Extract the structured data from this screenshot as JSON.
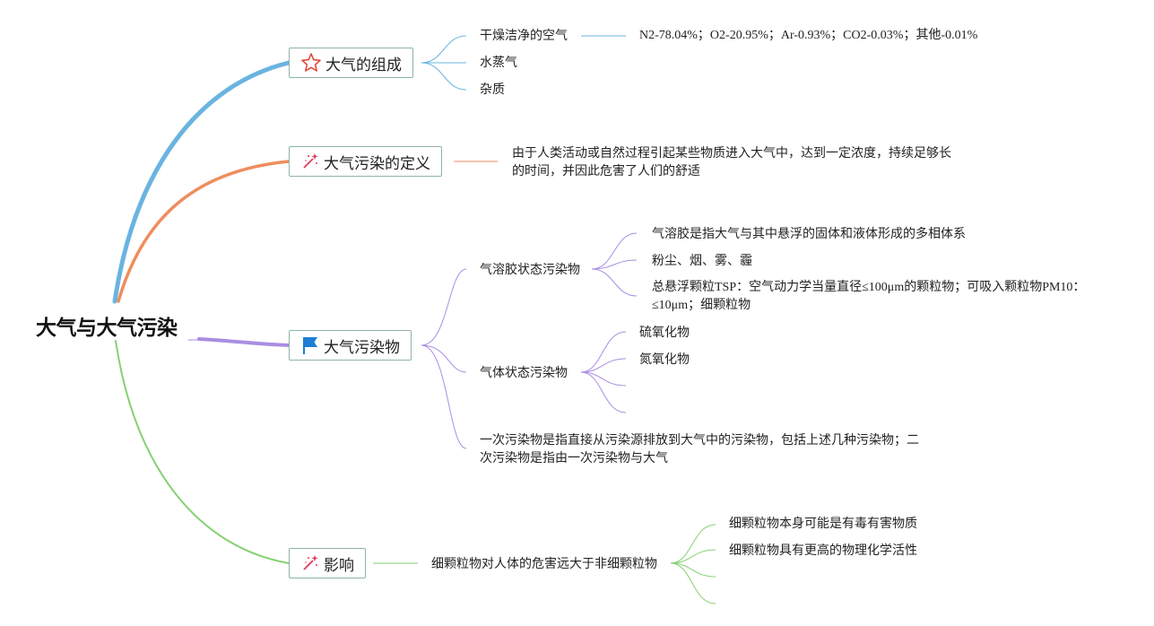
{
  "root": {
    "title": "大气与大气污染"
  },
  "topics": {
    "composition": {
      "label": "大气的组成",
      "icon": "star-icon",
      "children": [
        "干燥洁净的空气",
        "水蒸气",
        "杂质"
      ],
      "air_detail": "N2-78.04%；O2-20.95%；Ar-0.93%；CO2-0.03%；其他-0.01%"
    },
    "definition": {
      "label": "大气污染的定义",
      "icon": "magic-wand-icon",
      "detail_line1": "由于人类活动或自然过程引起某些物质进入大气中，达到一定浓度，持续足够长",
      "detail_line2": "的时间，并因此危害了人们的舒适"
    },
    "pollutants": {
      "label": "大气污染物",
      "icon": "flag-icon",
      "aerosol": {
        "label": "气溶胶状态污染物",
        "items": [
          "气溶胶是指大气与其中悬浮的固体和液体形成的多相体系",
          "粉尘、烟、雾、霾"
        ],
        "tsp_line1": "总悬浮颗粒TSP：空气动力学当量直径≤100μm的颗粒物；可吸入颗粒物PM10：",
        "tsp_line2": "≤10μm；细颗粒物"
      },
      "gas": {
        "label": "气体状态污染物",
        "items": [
          "硫氧化物",
          "氮氧化物"
        ]
      },
      "primary_line1": "一次污染物是指直接从污染源排放到大气中的污染物，包括上述几种污染物；二",
      "primary_line2": "次污染物是指由一次污染物与大气"
    },
    "impact": {
      "label": "影响",
      "icon": "magic-wand-icon",
      "summary": "细颗粒物对人体的危害远大于非细颗粒物",
      "items": [
        "细颗粒物本身可能是有毒有害物质",
        "细颗粒物具有更高的物理化学活性"
      ]
    }
  },
  "colors": {
    "branch_composition": "#6ab4e0",
    "branch_definition": "#ef8d5e",
    "branch_pollutants": "#a98ee2",
    "branch_impact": "#86d073",
    "box_border": "#8fb3a8",
    "star": "#e0483c",
    "flag": "#1e7ed4",
    "wand": "#e03a5a"
  }
}
